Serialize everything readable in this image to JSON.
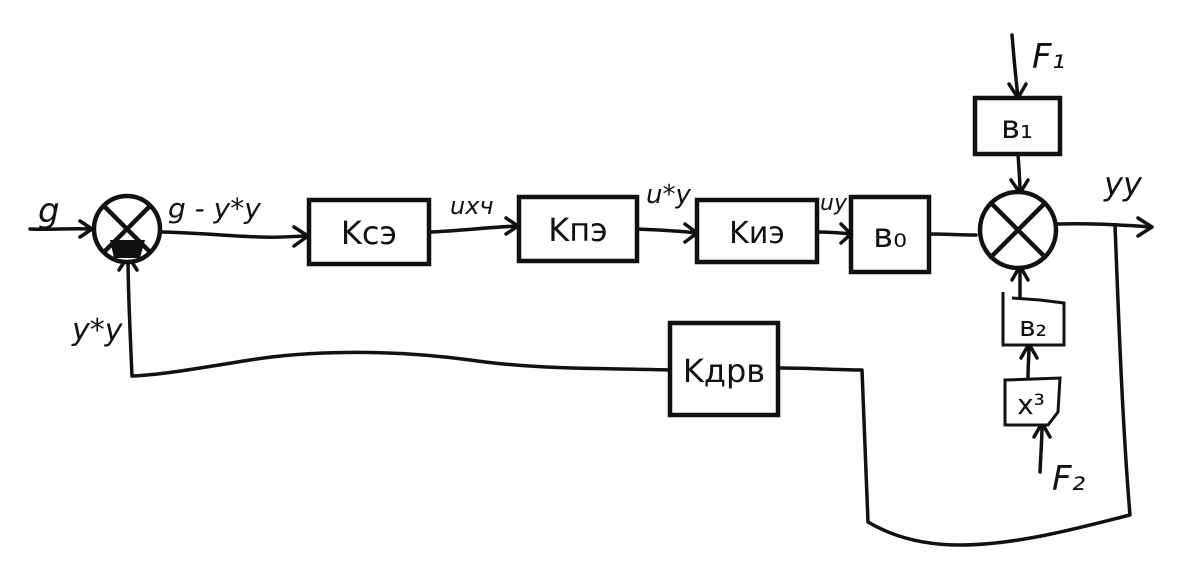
{
  "blocks": {
    "k_se": "Kсэ",
    "k_pe": "Kпэ",
    "k_ie": "Kиэ",
    "b_0": "в₀",
    "b_1": "в₁",
    "b_2": "в₂",
    "x_3": "x³",
    "k_drv": "Kдрв"
  },
  "signals": {
    "input": "g",
    "error": "g - y*у",
    "feedback": "y*у",
    "u_x": "uxч",
    "u_y_star": "u*у",
    "u_y": "uу",
    "output": "yу",
    "f1": "F₁",
    "f2": "F₂"
  }
}
